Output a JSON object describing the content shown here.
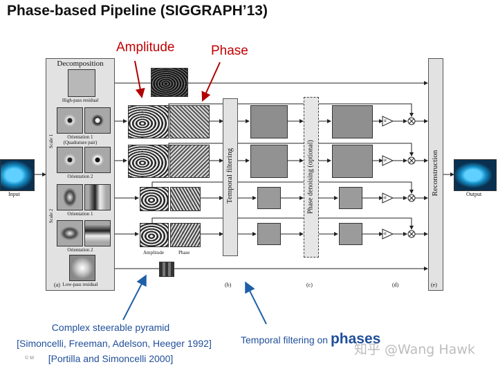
{
  "title": "Phase-based Pipeline (SIGGRAPH’13)",
  "labels": {
    "amplitude": "Amplitude",
    "phase": "Phase",
    "decomposition": "Decomposition",
    "high_pass": "High-pass residual",
    "orientation1_quad": "Orientation 1",
    "quadrature_pair": "(Quadrature pair)",
    "orientation2": "Orientation 2",
    "orientation1": "Orientation 1",
    "orientation2b": "Orientation 2",
    "low_pass": "Low-pass residual",
    "scale1": "Scale 1",
    "scale2": "Scale 2",
    "input": "Input",
    "output": "Output",
    "temporal_filtering": "Temporal filtering",
    "phase_denoising": "Phase denoising (optional)",
    "reconstruction": "Reconstruction",
    "amplitude_small": "Amplitude",
    "phase_small": "Phase",
    "alpha": "α",
    "panel_a": "(a)",
    "panel_b": "(b)",
    "panel_c": "(c)",
    "panel_d": "(d)",
    "panel_e": "(e)"
  },
  "annotations": {
    "pyramid_line1": "Complex steerable pyramid",
    "pyramid_line2": "[Simoncelli, Freeman, Adelson, Heeger 1992]",
    "pyramid_line3": "[Portilla and Simoncelli 2000]",
    "temporal_prefix": "Temporal filtering on ",
    "temporal_word": "phases"
  },
  "watermark": "知乎 @Wang Hawk",
  "copyright": "© M"
}
